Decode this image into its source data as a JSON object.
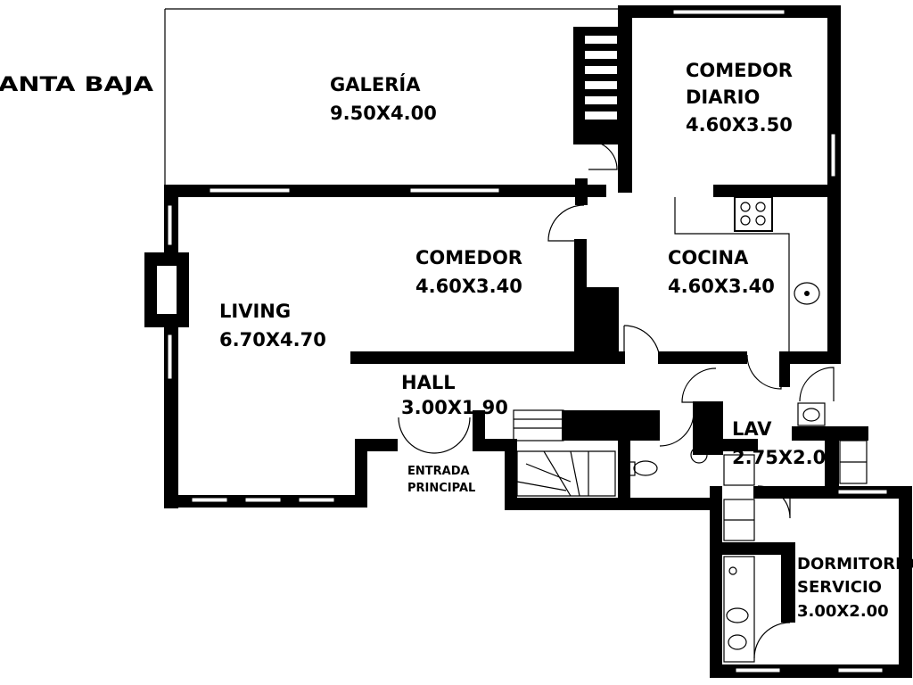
{
  "plan_title": "ANTA BAJA",
  "rooms": [
    {
      "name": "GALERÍA",
      "dims": "9.50X4.00"
    },
    {
      "name": "COMEDOR",
      "name2": "DIARIO",
      "dims": "4.60X3.50"
    },
    {
      "name": "COMEDOR",
      "dims": "4.60X3.40"
    },
    {
      "name": "COCINA",
      "dims": "4.60X3.40"
    },
    {
      "name": "LIVING",
      "dims": "6.70X4.70"
    },
    {
      "name": "HALL",
      "dims": "3.00X1.90"
    },
    {
      "name": "LAV",
      "dims": "2.75X2.00"
    },
    {
      "name": "DORMITORIO",
      "name2": "SERVICIO",
      "dims": "3.00X2.00"
    }
  ],
  "entrance": {
    "line1": "ENTRADA",
    "line2": "PRINCIPAL"
  }
}
